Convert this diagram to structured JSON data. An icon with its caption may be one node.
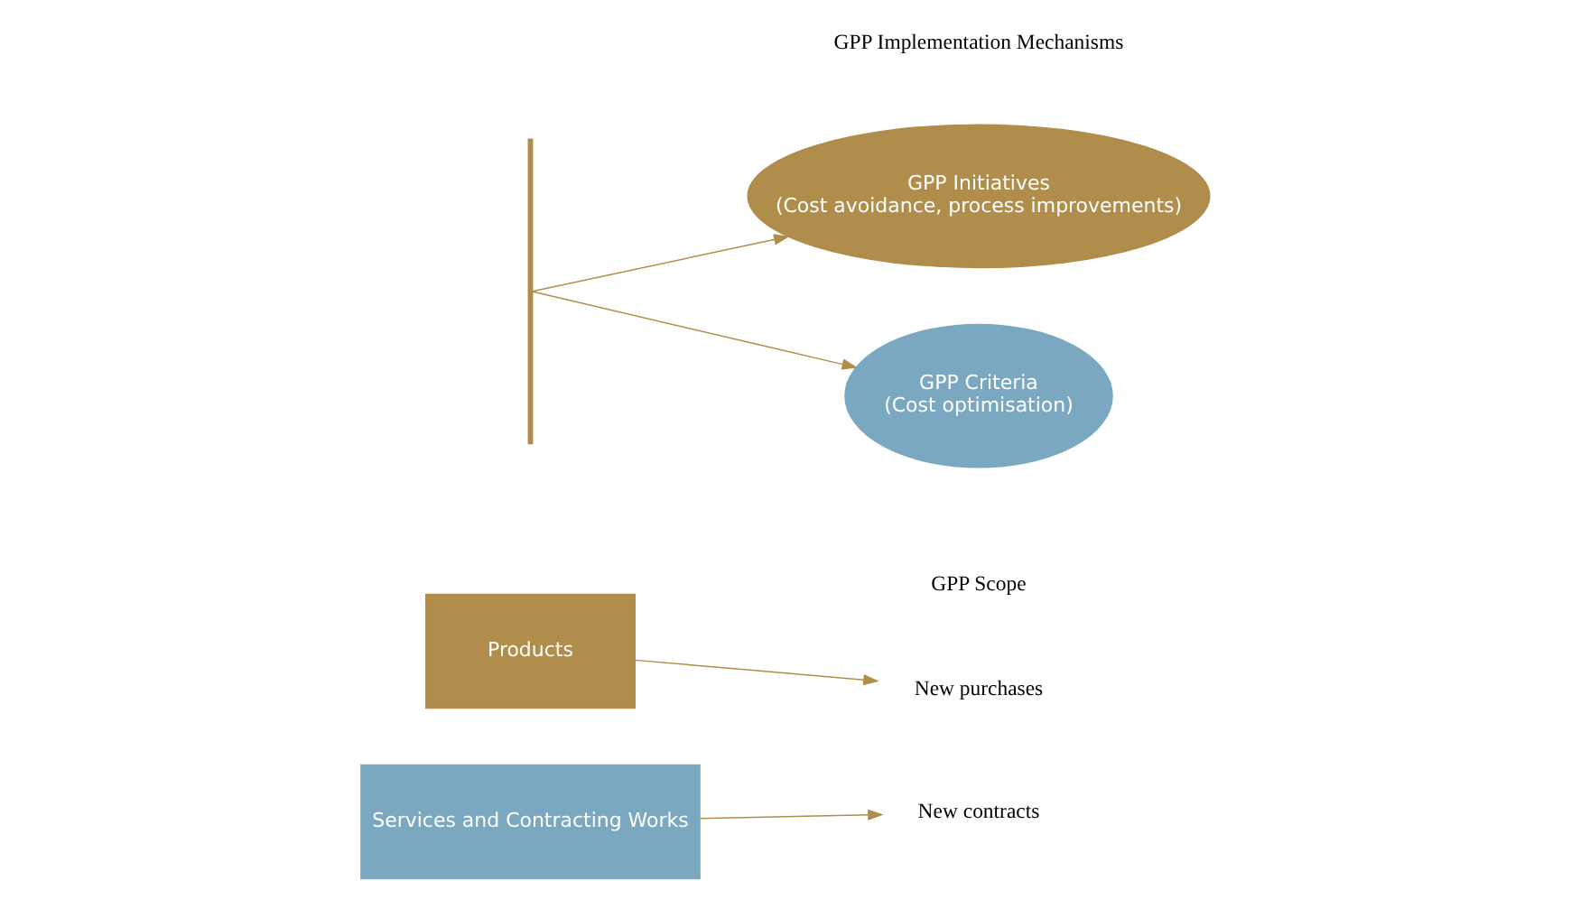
{
  "diagram": {
    "nodes": [
      {
        "text": [
          "Products"
        ]
      },
      {
        "text": [
          "New purchases"
        ]
      },
      {
        "text": [
          "Services and Contracting Works"
        ]
      },
      {
        "text": [
          "New contracts"
        ]
      },
      {
        "text": [],
        "shape": "bar"
      },
      {
        "text": [
          "GPP Initiatives",
          "(Cost avoidance, process improvements)"
        ]
      },
      {
        "text": [
          "GPP Criteria",
          "(Cost optimisation)"
        ]
      }
    ],
    "edges": [
      {
        "from": 0,
        "to": 1,
        "arrow": "to"
      },
      {
        "from": 2,
        "to": 3,
        "arrow": "to"
      },
      {
        "from": 4,
        "to": 5,
        "arrow": "to"
      },
      {
        "from": 4,
        "to": 6,
        "arrow": "to"
      }
    ],
    "labels": [
      "GPP Scope",
      "GPP Implementation Mechanisms"
    ]
  }
}
